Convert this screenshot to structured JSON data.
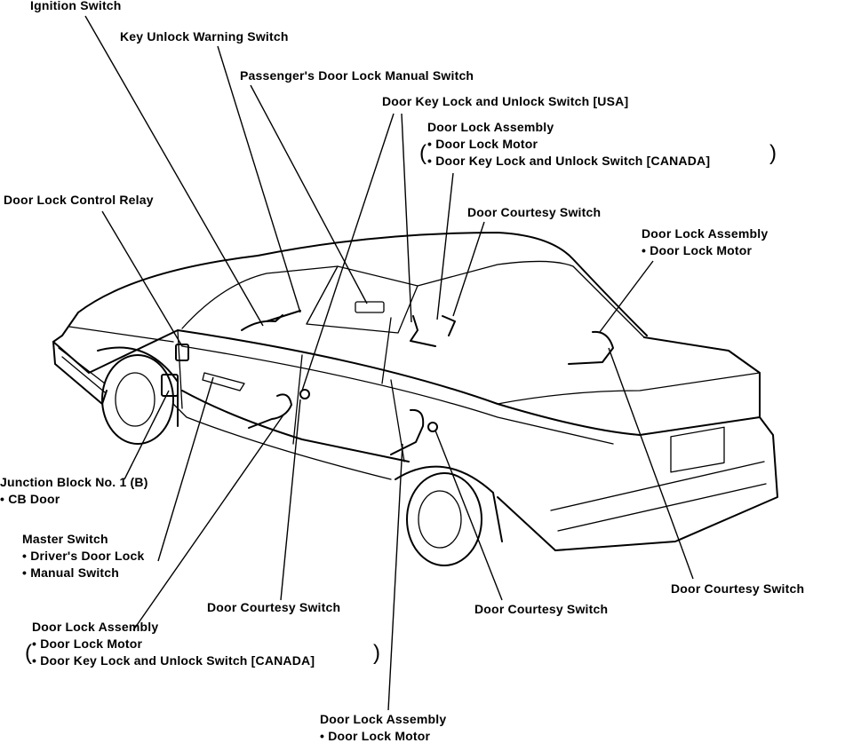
{
  "labels": {
    "ignition_switch": "Ignition Switch",
    "key_unlock_warning_switch": "Key Unlock Warning Switch",
    "passenger_door_lock_manual_switch": "Passenger's Door Lock Manual Switch",
    "door_key_lock_unlock_switch_usa": "Door Key Lock and Unlock Switch [USA]",
    "door_lock_assembly_top": {
      "title": "Door Lock Assembly",
      "items": [
        "Door Lock Motor",
        "Door Key Lock and Unlock Switch [CANADA]"
      ]
    },
    "door_courtesy_switch_top": "Door Courtesy Switch",
    "door_lock_control_relay": "Door Lock Control Relay",
    "door_lock_assembly_right": {
      "title": "Door Lock Assembly",
      "items": [
        "Door Lock Motor"
      ]
    },
    "junction_block": {
      "title": "Junction Block No. 1 (B)",
      "items": [
        "CB Door"
      ]
    },
    "master_switch": {
      "title": "Master Switch",
      "items": [
        "Driver's Door Lock",
        "Manual Switch"
      ]
    },
    "door_courtesy_switch_right": "Door Courtesy Switch",
    "door_courtesy_switch_left": "Door Courtesy Switch",
    "door_courtesy_switch_mid": "Door Courtesy Switch",
    "door_lock_assembly_bottom_left": {
      "title": "Door Lock Assembly",
      "items": [
        "Door Lock Motor",
        "Door Key Lock and Unlock Switch [CANADA]"
      ]
    },
    "door_lock_assembly_bottom": {
      "title": "Door Lock Assembly",
      "items": [
        "Door Lock Motor"
      ]
    }
  },
  "bullet": "•",
  "bracket_open": "(",
  "bracket_close": ")"
}
